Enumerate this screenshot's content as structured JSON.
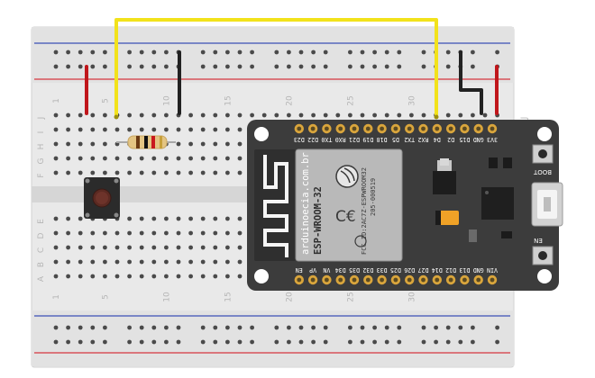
{
  "breadboard": {
    "column_numbers": [
      "1",
      "5",
      "10",
      "15",
      "20",
      "25",
      "30"
    ],
    "row_letters_top": [
      "J",
      "I",
      "H",
      "G",
      "F"
    ],
    "row_letters_bottom": [
      "E",
      "D",
      "C",
      "B",
      "A"
    ]
  },
  "board": {
    "pins_top": [
      "3V3",
      "GND",
      "D15",
      "D2",
      "D4",
      "RX2",
      "TX2",
      "D5",
      "D18",
      "D19",
      "D21",
      "RX0",
      "TX0",
      "D22",
      "D23"
    ],
    "pins_bottom": [
      "VIN",
      "GND",
      "D13",
      "D12",
      "D14",
      "D27",
      "D26",
      "D25",
      "D33",
      "D32",
      "D35",
      "D34",
      "VN",
      "VP",
      "EN"
    ],
    "module_site": "arduinoecia.com.br",
    "module_name": "ESP-WROOM-32",
    "module_ids": "FCC ID:2AC7Z-ESPWROOM32",
    "module_code": "205-000519",
    "boot_label": "BOOT",
    "en_label": "EN"
  },
  "colors": {
    "wire_yellow": "#f2e21b",
    "wire_black": "#222222",
    "wire_red": "#c0161b",
    "rail_red": "#d5353f",
    "rail_blue": "#3b4fb5",
    "board_pcb": "#3c3c3c",
    "module_shield": "#b9b9b9"
  }
}
